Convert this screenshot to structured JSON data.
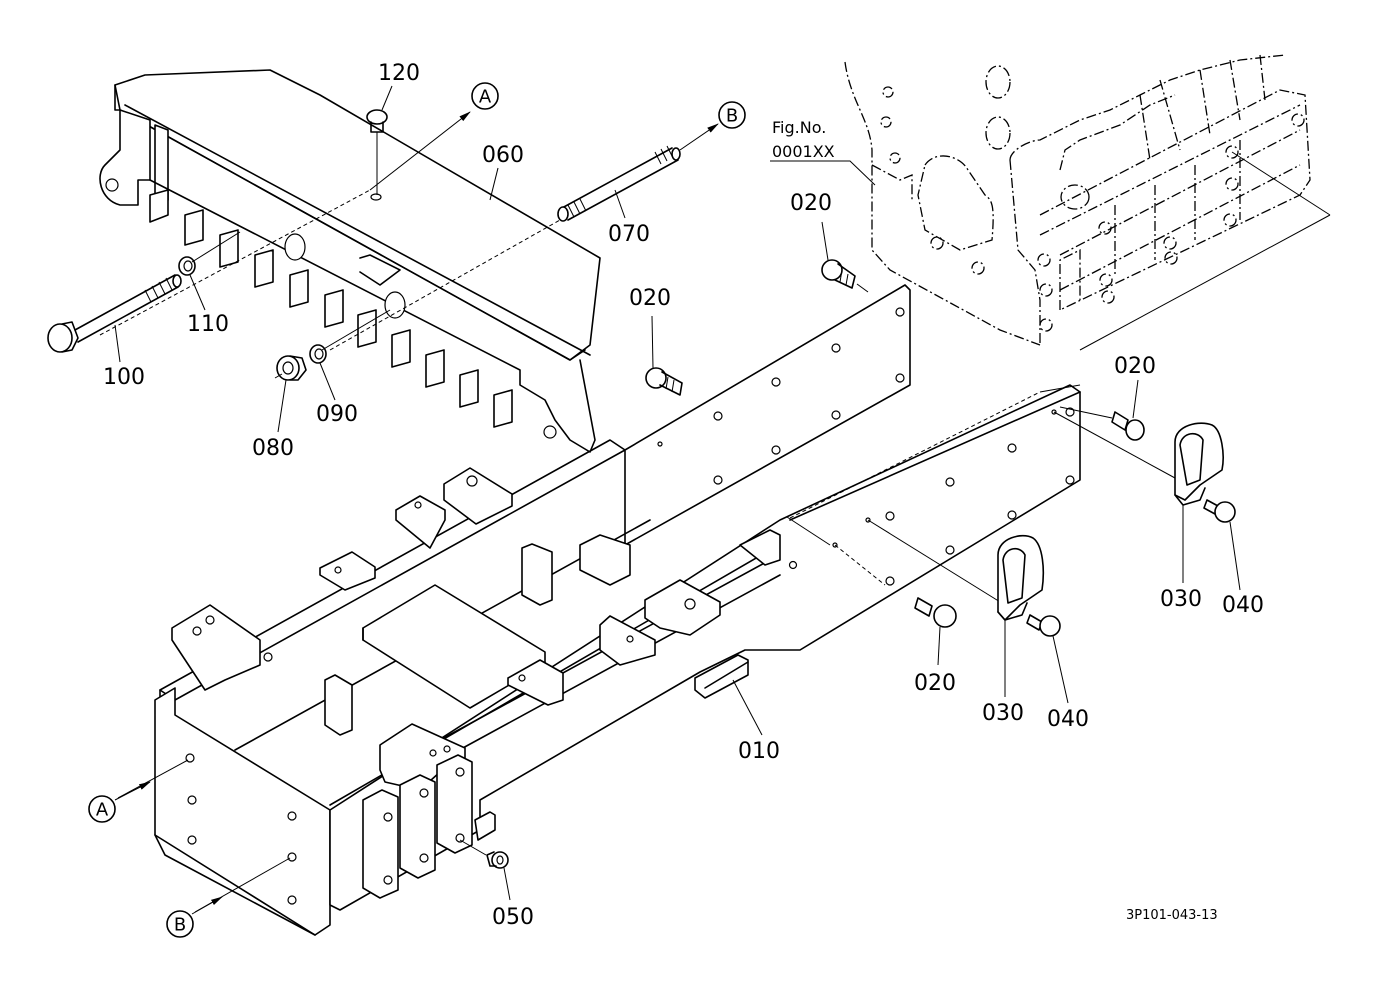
{
  "figure": {
    "reference_label": "Fig.No.",
    "reference_number": "0001XX",
    "drawing_code": "3P101-043-13"
  },
  "callouts": {
    "A": "A",
    "B": "B"
  },
  "parts": [
    {
      "id": "p010",
      "number": "010"
    },
    {
      "id": "p020",
      "number": "020"
    },
    {
      "id": "p030",
      "number": "030"
    },
    {
      "id": "p040",
      "number": "040"
    },
    {
      "id": "p050",
      "number": "050"
    },
    {
      "id": "p060",
      "number": "060"
    },
    {
      "id": "p070",
      "number": "070"
    },
    {
      "id": "p080",
      "number": "080"
    },
    {
      "id": "p090",
      "number": "090"
    },
    {
      "id": "p100",
      "number": "100"
    },
    {
      "id": "p110",
      "number": "110"
    },
    {
      "id": "p120",
      "number": "120"
    }
  ],
  "labels": {
    "l010": "010",
    "l020a": "020",
    "l020b": "020",
    "l020c": "020",
    "l020d": "020",
    "l030a": "030",
    "l030b": "030",
    "l040a": "040",
    "l040b": "040",
    "l050": "050",
    "l060": "060",
    "l070": "070",
    "l080": "080",
    "l090": "090",
    "l100": "100",
    "l110": "110",
    "l120": "120"
  }
}
